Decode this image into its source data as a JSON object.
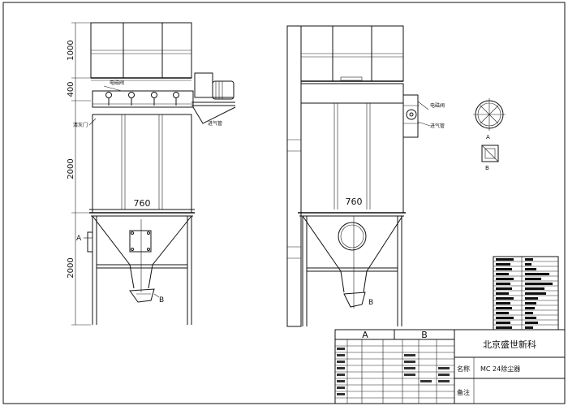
{
  "dimensions": {
    "front_heights": [
      "1000",
      "400",
      "2000",
      "2000"
    ],
    "width_front": "760",
    "width_side": "760"
  },
  "markers": {
    "a_front": "A",
    "b_front": "B",
    "b_side": "B",
    "a_section": "A",
    "b_section": "B"
  },
  "title_block": {
    "col_a": "A",
    "col_b": "B",
    "company": "北京盛世新科",
    "name_label": "名称",
    "name_value": "MC 24除尘器",
    "remark_label": "备注"
  }
}
